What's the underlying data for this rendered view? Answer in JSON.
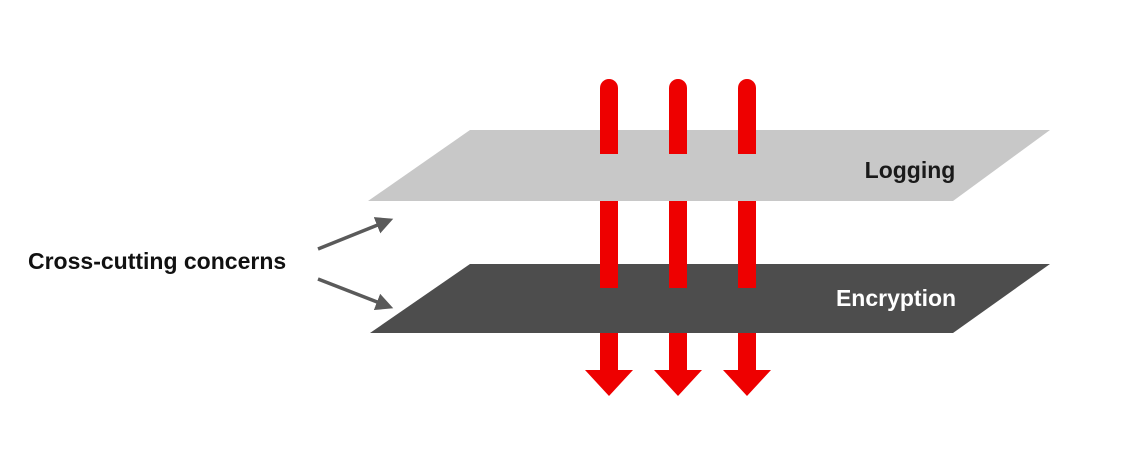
{
  "diagram": {
    "side_label": "Cross-cutting concerns",
    "layers": [
      {
        "id": "logging",
        "label": "Logging",
        "fill": "#c8c8c8",
        "text_color": "#1a1a1a"
      },
      {
        "id": "encryption",
        "label": "Encryption",
        "fill": "#4d4d4d",
        "text_color": "#ffffff"
      }
    ],
    "flow_arrow_color": "#ee0000",
    "pointer_arrow_color": "#5a5a5a",
    "flow_arrow_count": 3
  }
}
